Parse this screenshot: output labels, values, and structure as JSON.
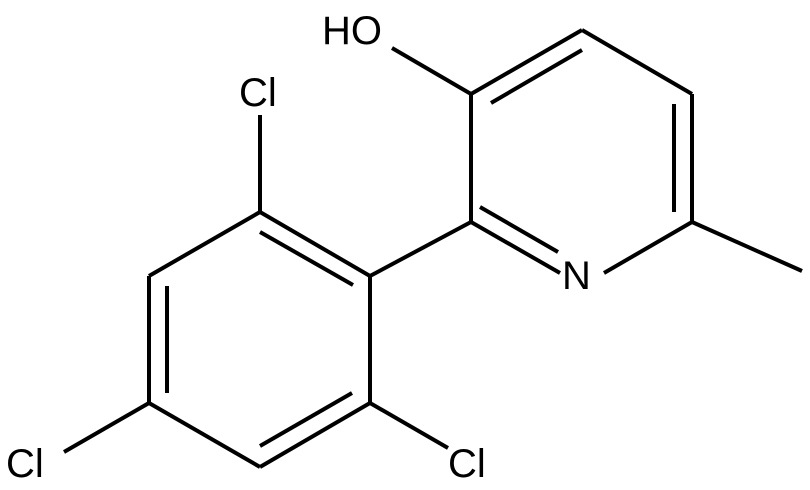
{
  "molecule": {
    "atoms": {
      "oh": "HO",
      "n": "N",
      "cl_top": "Cl",
      "cl_left": "Cl",
      "cl_right": "Cl"
    },
    "colors": {
      "bond": "#000000",
      "label": "#000000",
      "background": "#ffffff"
    }
  }
}
